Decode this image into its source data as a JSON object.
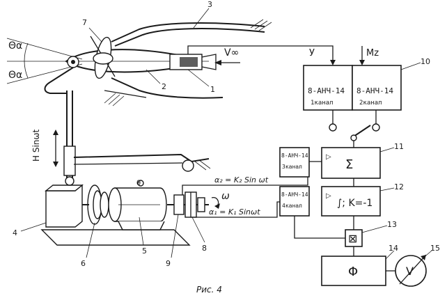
{
  "caption": "Рис. 4",
  "labels": {
    "theta_top": "Θα",
    "theta_bottom": "Θα",
    "v_inf": "V∞",
    "h_sin": "H Sinωt",
    "omega": "ω",
    "alpha2": "α₂ = K₂ Sin ωt",
    "alpha1": "α₁ = K₁ Sinωt",
    "y_out": "У",
    "mz_out": "Mz"
  },
  "numbers": {
    "n1": "1",
    "n2": "2",
    "n3": "3",
    "n4": "4",
    "n5": "5",
    "n6": "6",
    "n7": "7",
    "n8": "8",
    "n9": "9",
    "n10": "10",
    "n11": "11",
    "n12": "12",
    "n13": "13",
    "n14": "14",
    "n15": "15"
  },
  "blocks": {
    "amp1_title": "8-АНЧ-14",
    "amp1_sub": "1канал",
    "amp2_title": "8-АНЧ-14",
    "amp2_sub": "2канал",
    "amp3_title": "8-АНЧ-14",
    "amp3_sub": "3канал",
    "amp4_title": "8-АНЧ-14",
    "amp4_sub": "4канал",
    "sum_symbol": "Σ",
    "integ_symbol": "∫; K=-1",
    "mult_symbol": "⊠",
    "phi_symbol": "Φ",
    "meter_symbol": "V",
    "tri1": "▷",
    "tri2": "▷"
  },
  "motor_mark": "θ"
}
